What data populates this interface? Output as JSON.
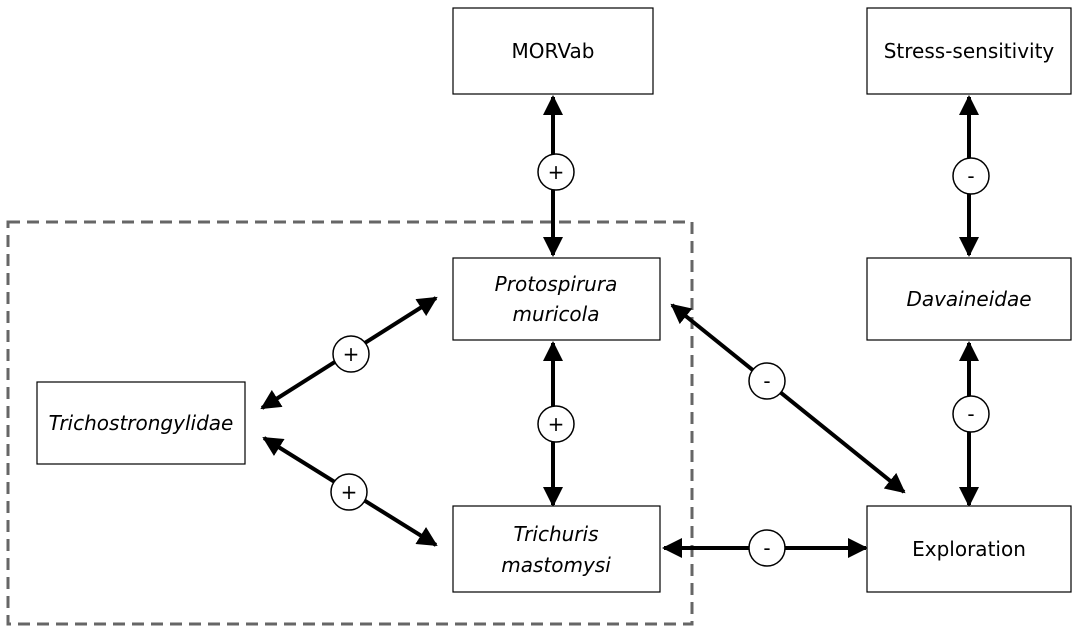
{
  "colors": {
    "stroke": "#000000",
    "dashed_border": "#666666",
    "background": "#ffffff"
  },
  "nodes": {
    "morvab": [
      "MORVab"
    ],
    "stress_sensitivity": [
      "Stress-sensitivity"
    ],
    "protospirura": [
      "Protospirura",
      "muricola"
    ],
    "davaineidae": [
      "Davaineidae"
    ],
    "trichostrongylidae": [
      "Trichostrongylidae"
    ],
    "trichuris": [
      "Trichuris",
      "mastomysi"
    ],
    "exploration": [
      "Exploration"
    ]
  },
  "edges": {
    "morvab_protospirura": "+",
    "stress_davaineidae": "-",
    "trichostrongylidae_protospirura": "+",
    "protospirura_trichuris": "+",
    "trichostrongylidae_trichuris": "+",
    "protospirura_exploration": "-",
    "davaineidae_exploration": "-",
    "trichuris_exploration": "-"
  }
}
